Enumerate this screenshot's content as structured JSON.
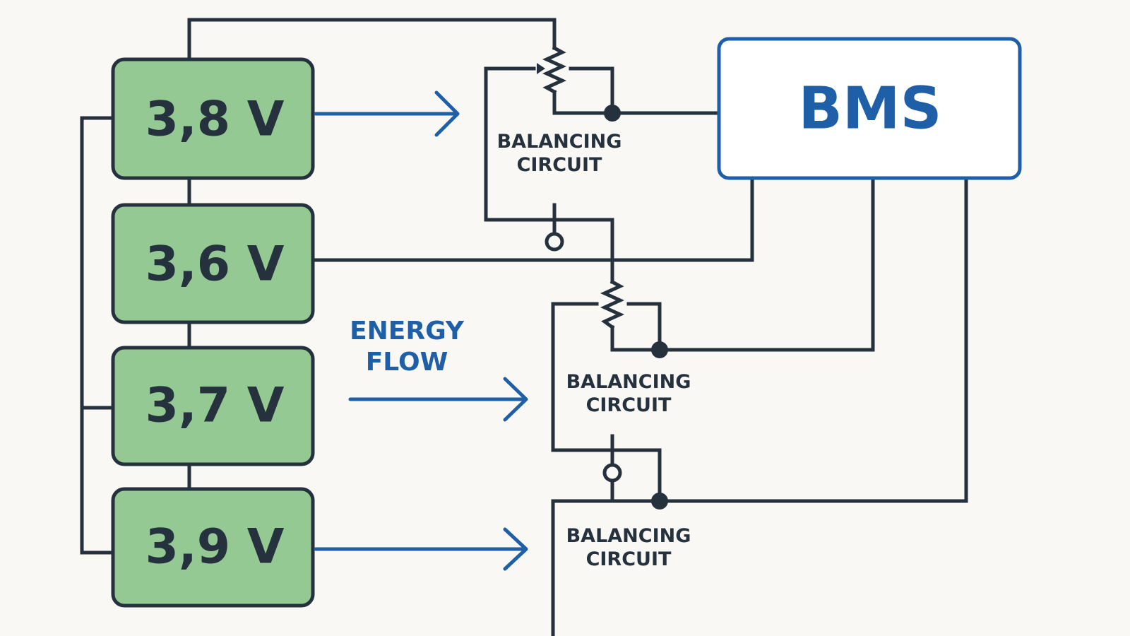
{
  "colors": {
    "background": "#f9f8f4",
    "cell_fill": "#95c994",
    "wire": "#26313e",
    "accent_blue": "#1e5fa8",
    "bms_fill": "#ffffff"
  },
  "cells": [
    {
      "label": "3,8 V"
    },
    {
      "label": "3,6 V"
    },
    {
      "label": "3,7 V"
    },
    {
      "label": "3,9 V"
    }
  ],
  "bms": {
    "label": "BMS"
  },
  "energy_flow": {
    "line1": "ENERGY",
    "line2": "FLOW"
  },
  "balancing_circuits": [
    {
      "line1": "BALANCING",
      "line2": "CIRCUIT"
    },
    {
      "line1": "BALANCING",
      "line2": "CIRCUIT"
    },
    {
      "line1": "BALANCING",
      "line2": "CIRCUIT"
    }
  ]
}
